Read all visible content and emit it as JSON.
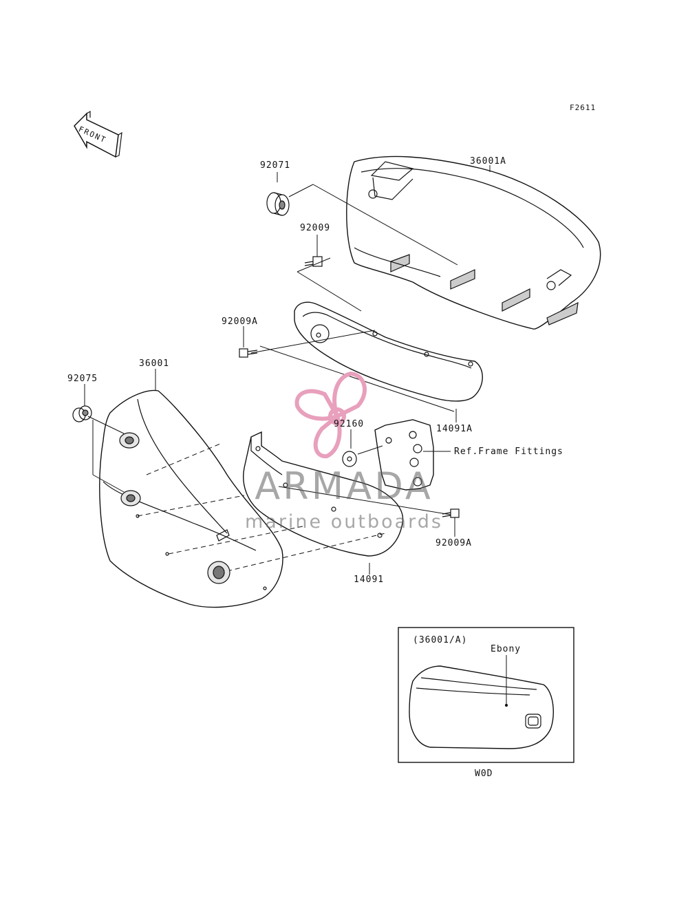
{
  "figure_code": "F2611",
  "front_arrow_label": "FRONT",
  "part_labels": {
    "p92071": "92071",
    "p36001A": "36001A",
    "p92009": "92009",
    "p92009A_top": "92009A",
    "p36001": "36001",
    "p92075": "92075",
    "p92160": "92160",
    "p14091A": "14091A",
    "ref_frame": "Ref.Frame Fittings",
    "p92009A_bottom": "92009A",
    "p14091": "14091"
  },
  "inset": {
    "title": "(36001/A)",
    "color_label": "Ebony",
    "caption": "W0D"
  },
  "watermark": {
    "name": "ARMADA",
    "subtitle": "marine outboards",
    "logo_color": "#e8a0bc"
  }
}
